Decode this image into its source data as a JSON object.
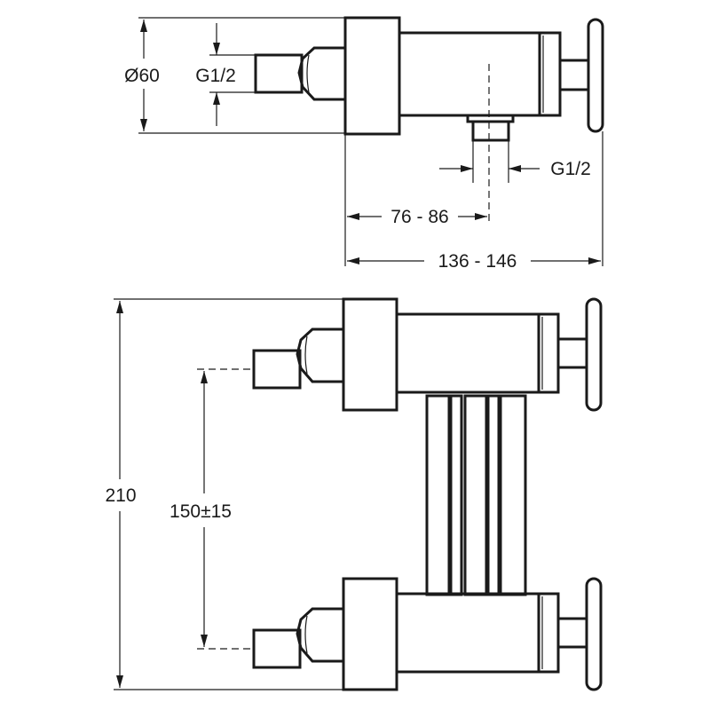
{
  "top_view": {
    "diameter_label": "Ø60",
    "inlet_thread_label": "G1/2",
    "outlet_thread_label": "G1/2",
    "outlet_offset_label": "76 - 86",
    "overall_depth_label": "136 - 146"
  },
  "front_view": {
    "overall_height_label": "210",
    "inlet_spacing_label": "150±15"
  }
}
